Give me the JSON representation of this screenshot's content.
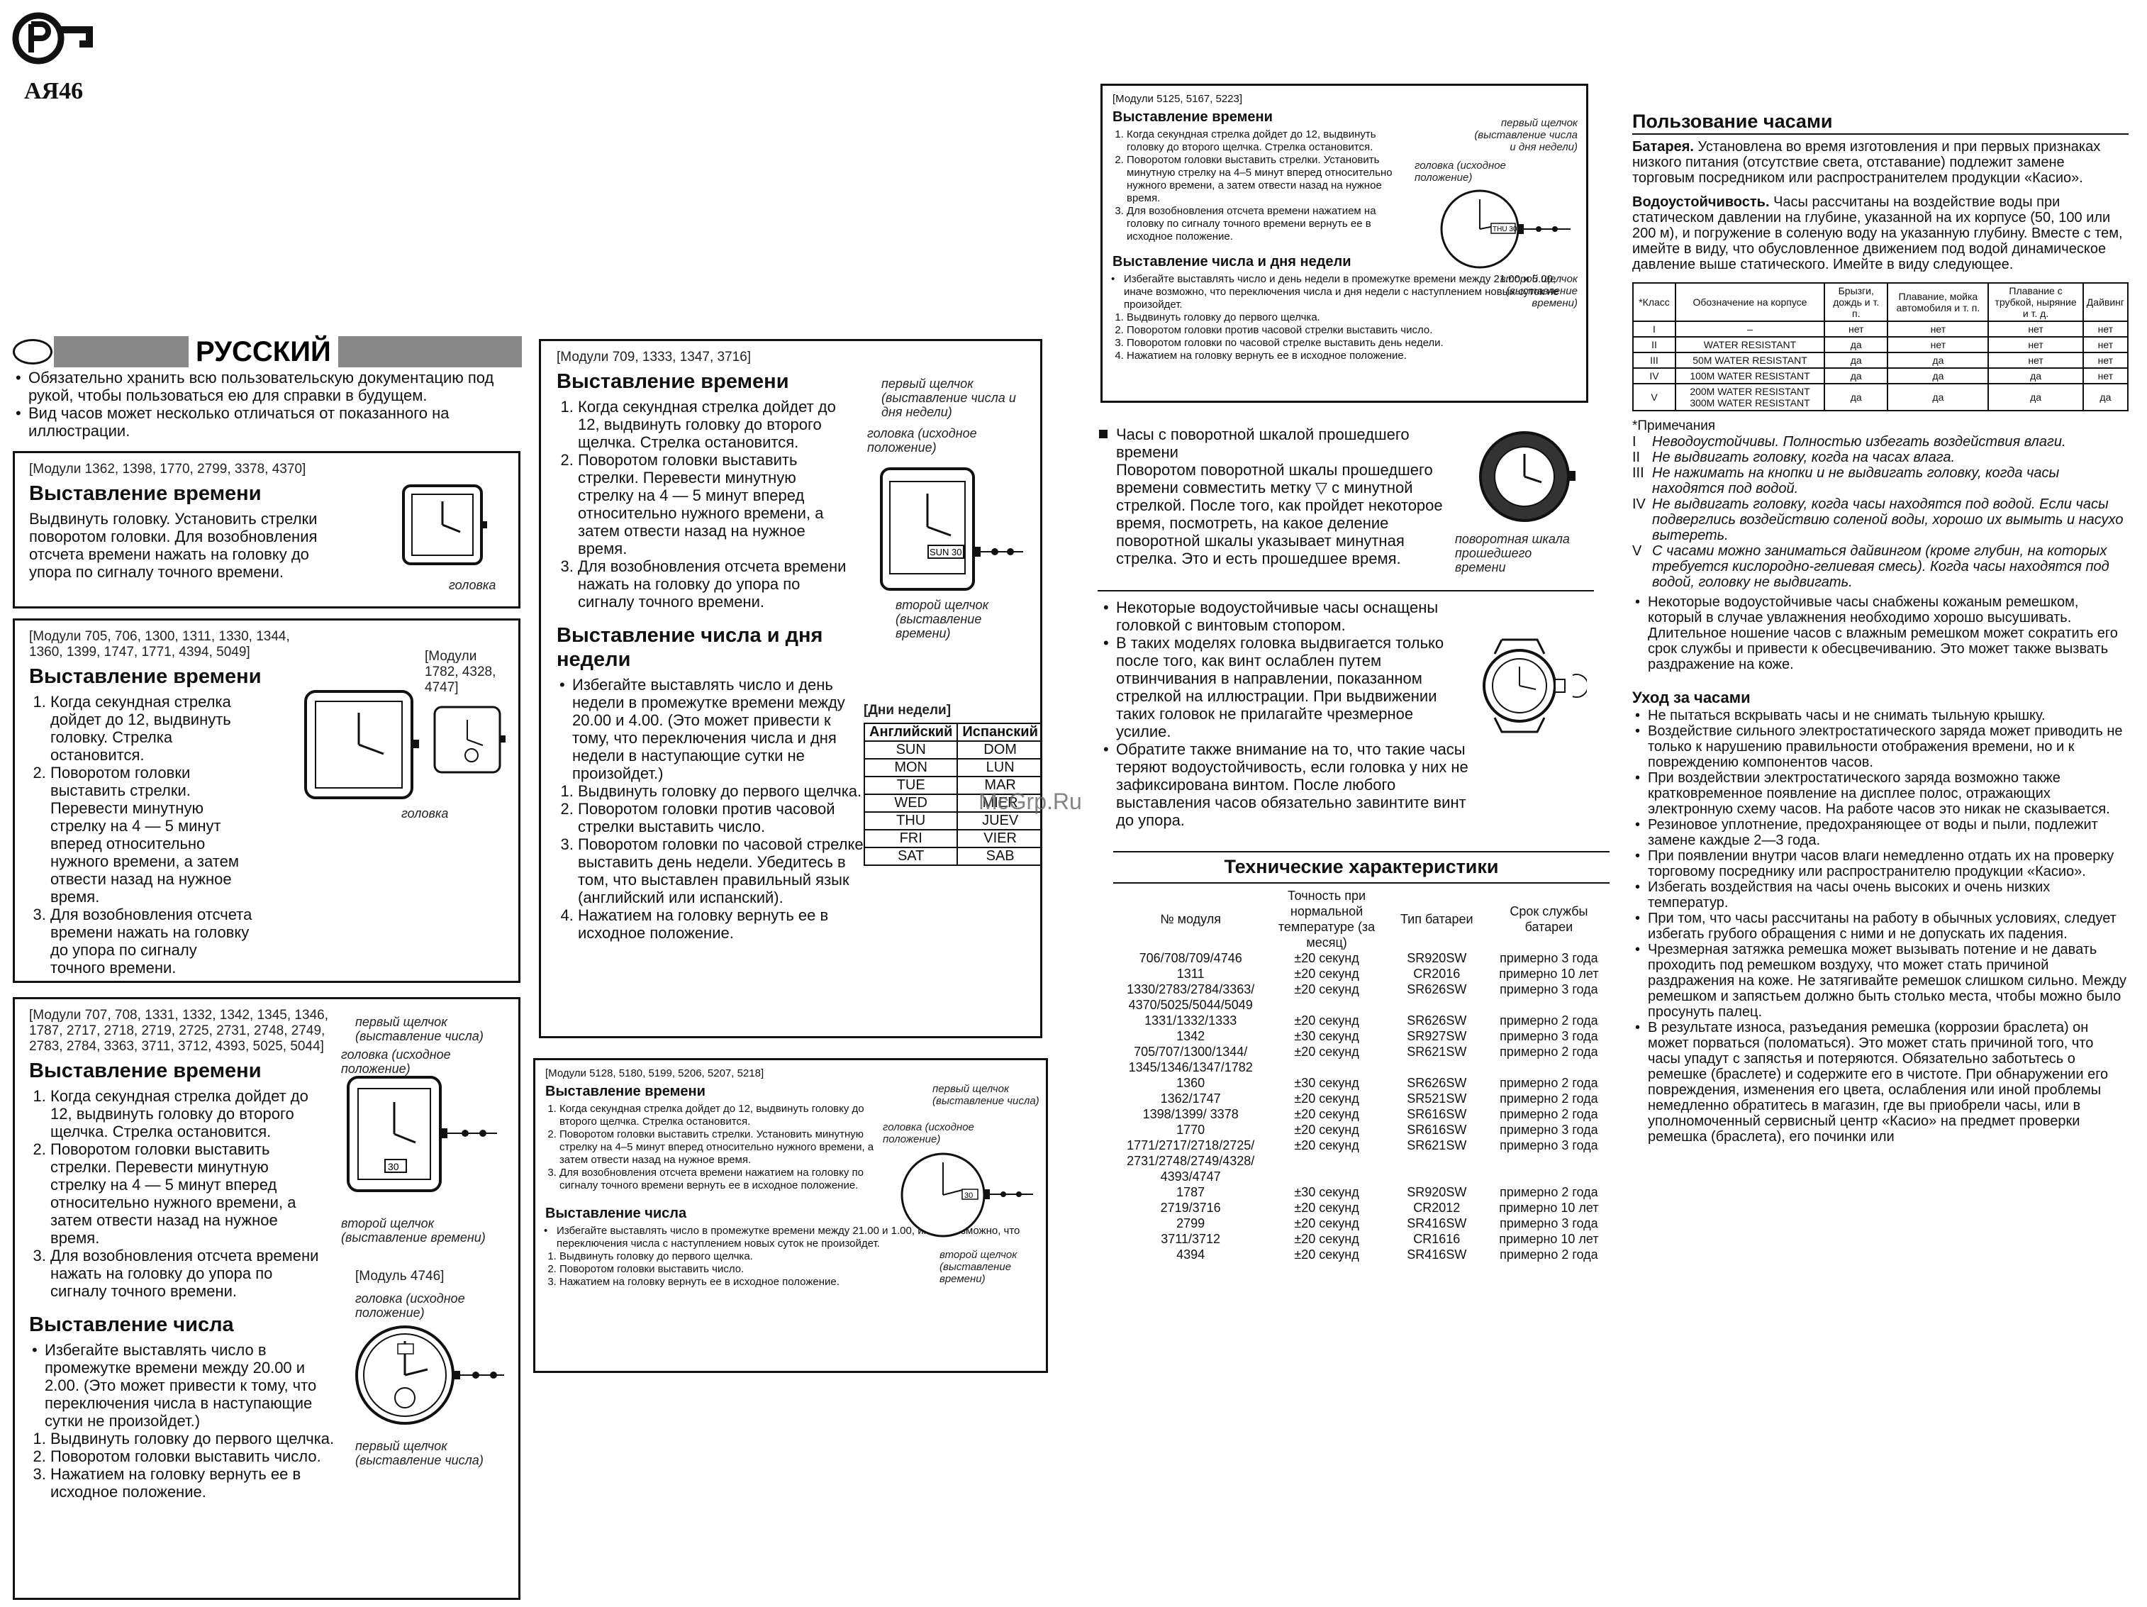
{
  "header": {
    "logo_text": "РС",
    "code": "АЯ46",
    "watermark": "McGrp.Ru"
  },
  "lang": {
    "title": "РУССКИЙ",
    "intro": [
      "Обязательно хранить всю пользовательскую документацию под рукой, чтобы пользоваться ею для справки в будущем.",
      "Вид часов может несколько отличаться от показанного на иллюстрации."
    ]
  },
  "box1": {
    "modules": "[Модули 1362, 1398, 1770, 2799, 3378, 4370]",
    "heading": "Выставление времени",
    "text": "Выдвинуть головку. Установить стрелки поворотом головки. Для возобновления отсчета времени нажать на головку до упора по сигналу точного времени.",
    "caption": "головка"
  },
  "box2": {
    "modules": "[Модули 705, 706, 1300, 1311, 1330, 1344, 1360, 1399, 1747, 1771, 4394, 5049]",
    "modules_alt": "[Модули 1782, 4328, 4747]",
    "heading": "Выставление времени",
    "steps": [
      "Когда секундная стрелка дойдет до 12, выдвинуть головку. Стрелка остановится.",
      "Поворотом головки выставить стрелки. Перевести минутную стрелку на 4 — 5 минут вперед относительно нужного времени, а затем отвести назад на нужное время.",
      "Для возобновления отсчета времени нажать на головку до упора по сигналу точного времени."
    ],
    "caption": "головка"
  },
  "box3": {
    "modules": "[Модули 707, 708, 1331, 1332, 1342, 1345, 1346, 1787, 2717, 2718, 2719, 2725, 2731, 2748, 2749, 2783, 2784, 3363, 3711, 3712, 4393, 5025, 5044]",
    "heading": "Выставление времени",
    "steps": [
      "Когда секундная стрелка дойдет до 12, выдвинуть головку до второго щелчка. Стрелка остановится.",
      "Поворотом головки выставить стрелки. Перевести минутную стрелку на 4 — 5 минут вперед относительно нужного времени, а затем отвести назад на нужное время.",
      "Для возобновления отсчета времени нажать на головку до упора по сигналу точного времени."
    ],
    "cap_first": "первый щелчок (выставление числа)",
    "cap_home": "головка (исходное положение)",
    "cap_second": "второй щелчок (выставление времени)",
    "module_4746": "[Модуль 4746]",
    "cap_home2": "головка (исходное положение)",
    "cap_first2": "первый щелчок (выставление числа)",
    "heading2": "Выставление числа",
    "bullet": "Избегайте выставлять число в промежутке времени между 20.00 и 2.00. (Это может привести к тому, что переключения числа в наступающие сутки не произойдет.)",
    "steps2": [
      "Выдвинуть головку до первого щелчка.",
      "Поворотом головки выставить число.",
      "Нажатием на головку вернуть ее в исходное положение."
    ],
    "date": "30"
  },
  "box4": {
    "modules": "[Модули 709, 1333, 1347, 3716]",
    "heading": "Выставление времени",
    "steps": [
      "Когда секундная стрелка дойдет до 12, выдвинуть головку до второго щелчка. Стрелка остановится.",
      "Поворотом головки выставить стрелки. Перевести минутную стрелку на 4 — 5 минут вперед относительно нужного времени, а затем отвести назад на нужное время.",
      "Для возобновления отсчета времени нажать на головку до упора по сигналу точного времени."
    ],
    "cap_first": "первый щелчок (выставление числа и дня недели)",
    "cap_home": "головка (исходное положение)",
    "cap_second": "второй щелчок (выставление времени)",
    "date": "SUN 30",
    "heading2": "Выставление числа и дня недели",
    "bullet": "Избегайте выставлять число и день недели в промежутке времени между 20.00 и 4.00. (Это может привести к тому, что переключения числа и дня недели в наступающие сутки не произойдет.)",
    "steps2": [
      "Выдвинуть головку до первого щелчка.",
      "Поворотом головки против часовой стрелки выставить число.",
      "Поворотом головки по часовой стрелке выставить день недели. Убедитесь в том, что выставлен правильный язык (английский или испанский).",
      "Нажатием на головку вернуть ее в исходное положение."
    ],
    "days_title": "[Дни недели]",
    "days_headers": [
      "Английский",
      "Испанский"
    ],
    "days": [
      [
        "SUN",
        "DOM"
      ],
      [
        "MON",
        "LUN"
      ],
      [
        "TUE",
        "MAR"
      ],
      [
        "WED",
        "MIER"
      ],
      [
        "THU",
        "JUEV"
      ],
      [
        "FRI",
        "VIER"
      ],
      [
        "SAT",
        "SAB"
      ]
    ]
  },
  "box5": {
    "modules": "[Модули 5128, 5180, 5199, 5206, 5207, 5218]",
    "heading": "Выставление времени",
    "steps": [
      "Когда секундная стрелка дойдет до 12, выдвинуть головку до второго щелчка. Стрелка остановится.",
      "Поворотом головки выставить стрелки. Установить минутную стрелку на 4–5 минут вперед относительно нужного времени, а затем отвести назад на нужное время.",
      "Для возобновления отсчета времени нажатием на головку по сигналу точного времени вернуть ее в исходное положение."
    ],
    "cap_first": "первый щелчок (выставление числа)",
    "cap_home": "головка (исходное положение)",
    "cap_second": "второй щелчок (выставление времени)",
    "heading2": "Выставление числа",
    "bullet": "Избегайте выставлять число в промежутке времени между 21.00 и 1.00, иначе возможно, что переключения числа с наступлением новых суток не произойдет.",
    "steps2": [
      "Выдвинуть головку до первого щелчка.",
      "Поворотом головки выставить число.",
      "Нажатием на головку вернуть ее в исходное положение."
    ],
    "date": "30"
  },
  "box6": {
    "modules": "[Модули 5125, 5167, 5223]",
    "heading": "Выставление времени",
    "steps": [
      "Когда секундная стрелка дойдет до 12, выдвинуть головку до второго щелчка. Стрелка остановится.",
      "Поворотом головки выставить стрелки. Установить минутную стрелку на 4–5 минут вперед относительно нужного времени, а затем отвести назад на нужное время.",
      "Для возобновления отсчета времени нажатием на головку по сигналу точного времени вернуть ее в исходное положение."
    ],
    "cap_first": "первый щелчок (выставление числа и дня недели)",
    "cap_home": "головка (исходное положение)",
    "cap_second": "второй щелчок (выставление времени)",
    "heading2": "Выставление числа и дня недели",
    "bullet": "Избегайте выставлять число и день недели в промежутке времени между 21.00 и 5.00, иначе возможно, что переключения числа и дня недели с наступлением новых суток не произойдет.",
    "steps2": [
      "Выдвинуть головку до первого щелчка.",
      "Поворотом головки против часовой стрелки выставить число.",
      "Поворотом головки по часовой стрелке выставить день недели.",
      "Нажатием на головку вернуть ее в исходное положение."
    ],
    "date": "THU 30"
  },
  "bezel": {
    "lead": "Часы с поворотной шкалой прошедшего времени",
    "text": "Поворотом поворотной шкалы прошедшего времени совместить метку ▽ с минутной стрелкой. После того, как пройдет некоторое время, посмотреть, на какое деление поворотной шкалы указывает минутная стрелка. Это и есть прошедшее время.",
    "caption": "поворотная шкала прошедшего времени"
  },
  "screw": {
    "bullets": [
      "Некоторые водоустойчивые часы оснащены головкой с винтовым стопором.",
      "В таких моделях головка выдвигается только после того, как винт ослаблен путем отвинчивания в направлении, показанном стрелкой на иллюстрации. При выдвижении таких головок не прилагайте чрезмерное усилие.",
      "Обратите также внимание на то, что такие часы теряют водоустойчивость, если головка у них не зафиксирована винтом. После любого выставления часов обязательно завинтите винт до упора."
    ]
  },
  "specs": {
    "title": "Технические характеристики",
    "headers": [
      "№ модуля",
      "Точность при нормальной температуре (за месяц)",
      "Тип батареи",
      "Срок службы батареи"
    ],
    "rows": [
      [
        "706/708/709/4746",
        "±20 секунд",
        "SR920SW",
        "примерно 3 года"
      ],
      [
        "1311",
        "±20 секунд",
        "CR2016",
        "примерно 10 лет"
      ],
      [
        "1330/2783/2784/3363/ 4370/5025/5044/5049",
        "±20 секунд",
        "SR626SW",
        "примерно 3 года"
      ],
      [
        "1331/1332/1333",
        "±20 секунд",
        "SR626SW",
        "примерно 2 года"
      ],
      [
        "1342",
        "±30 секунд",
        "SR927SW",
        "примерно 3 года"
      ],
      [
        "705/707/1300/1344/ 1345/1346/1347/1782",
        "±20 секунд",
        "SR621SW",
        "примерно 2 года"
      ],
      [
        "1360",
        "±30 секунд",
        "SR626SW",
        "примерно 2 года"
      ],
      [
        "1362/1747",
        "±20 секунд",
        "SR521SW",
        "примерно 2 года"
      ],
      [
        "1398/1399/ 3378",
        "±20 секунд",
        "SR616SW",
        "примерно 2 года"
      ],
      [
        "1770",
        "±20 секунд",
        "SR616SW",
        "примерно 3 года"
      ],
      [
        "1771/2717/2718/2725/ 2731/2748/2749/4328/ 4393/4747",
        "±20 секунд",
        "SR621SW",
        "примерно 3 года"
      ],
      [
        "1787",
        "±30 секунд",
        "SR920SW",
        "примерно 2 года"
      ],
      [
        "2719/3716",
        "±20 секунд",
        "CR2012",
        "примерно 10 лет"
      ],
      [
        "2799",
        "±20 секунд",
        "SR416SW",
        "примерно 3 года"
      ],
      [
        "3711/3712",
        "±20 секунд",
        "CR1616",
        "примерно 10 лет"
      ],
      [
        "4394",
        "±20 секунд",
        "SR416SW",
        "примерно 2 года"
      ]
    ]
  },
  "usage": {
    "title": "Пользование часами",
    "battery_label": "Батарея.",
    "battery": "Установлена во время изготовления и при первых признаках низкого питания (отсутствие света, отставание) подлежит замене торговым посредником или распространителем продукции «Касио».",
    "water_label": "Водоустойчивость.",
    "water": "Часы рассчитаны на воздействие воды при статическом давлении на глубине, указанной на их корпусе (50, 100 или 200 м), и погружение в соленую воду на указанную глубину. Вместе с тем, имейте в виду, что обусловленное движением под водой динамическое давление выше статического. Имейте в виду следующее."
  },
  "classes": {
    "headers": [
      "*Класс",
      "Обозначение на корпусе",
      "Брызги, дождь и т. п.",
      "Плавание, мойка автомобиля и т. п.",
      "Плавание с трубкой, ныряние и т. д.",
      "Дайвинг"
    ],
    "rows": [
      [
        "I",
        "–",
        "нет",
        "нет",
        "нет",
        "нет"
      ],
      [
        "II",
        "WATER RESISTANT",
        "да",
        "нет",
        "нет",
        "нет"
      ],
      [
        "III",
        "50M WATER RESISTANT",
        "да",
        "да",
        "нет",
        "нет"
      ],
      [
        "IV",
        "100M WATER RESISTANT",
        "да",
        "да",
        "да",
        "нет"
      ],
      [
        "V",
        "200M WATER RESISTANT 300M WATER RESISTANT",
        "да",
        "да",
        "да",
        "да"
      ]
    ]
  },
  "notes": {
    "title": "*Примечания",
    "items": [
      [
        "I",
        "Неводоустойчивы. Полностью избегать воздействия влаги."
      ],
      [
        "II",
        "Не выдвигать головку, когда на часах влага."
      ],
      [
        "III",
        "Не нажимать на кнопки и не выдвигать головку, когда часы находятся под водой."
      ],
      [
        "IV",
        "Не выдвигать головку, когда часы находятся под водой. Если часы подверглись воздействию соленой воды, хорошо их вымыть и насухо вытереть."
      ],
      [
        "V",
        "С часами можно заниматься дайвингом (кроме глубин, на которых требуется кислородно-гелиевая смесь). Когда часы находятся под водой, головку не выдвигать."
      ]
    ],
    "strap": "Некоторые водоустойчивые часы снабжены кожаным ремешком, который в случае увлажнения необходимо хорошо высушивать. Длительное ношение часов с влажным ремешком может сократить его срок службы и привести к обесцвечиванию. Это может также вызвать раздражение на коже."
  },
  "care": {
    "title": "Уход за часами",
    "items": [
      "Не пытаться вскрывать часы и не снимать тыльную крышку.",
      "Воздействие сильного электростатического заряда может приводить не только к нарушению правильности отображения времени, но и к повреждению компонентов часов.",
      "При воздействии электростатического заряда возможно также кратковременное появление на дисплее полос, отражающих электронную схему часов. На работе часов это никак не сказывается.",
      "Резиновое уплотнение, предохраняющее от воды и пыли, подлежит замене каждые 2—3 года.",
      "При появлении внутри часов влаги немедленно отдать их на проверку торговому посреднику или распространителю продукции «Касио».",
      "Избегать воздействия на часы очень высоких и очень низких температур.",
      "При том, что часы рассчитаны на работу в обычных условиях, следует избегать грубого обращения с ними и не допускать их падения.",
      "Чрезмерная затяжка ремешка может вызывать потение и не давать проходить под ремешком воздуху, что может стать причиной раздражения на коже. Не затягивайте ремешок слишком сильно. Между ремешком и запястьем должно быть столько места, чтобы можно было просунуть палец.",
      "В результате износа, разъедания ремешка (коррозии браслета) он может порваться (поломаться). Это может стать причиной того, что часы упадут с запястья и потеряются. Обязательно заботьтесь о ремешке (браслете) и содержите его в чистоте. При обнаружении его повреждения, изменения его цвета, ослабления или иной проблемы немедленно обратитесь в магазин, где вы приобрели часы, или в уполномоченный сервисный центр «Касио» на предмет проверки ремешка (браслета), его починки или"
    ]
  }
}
